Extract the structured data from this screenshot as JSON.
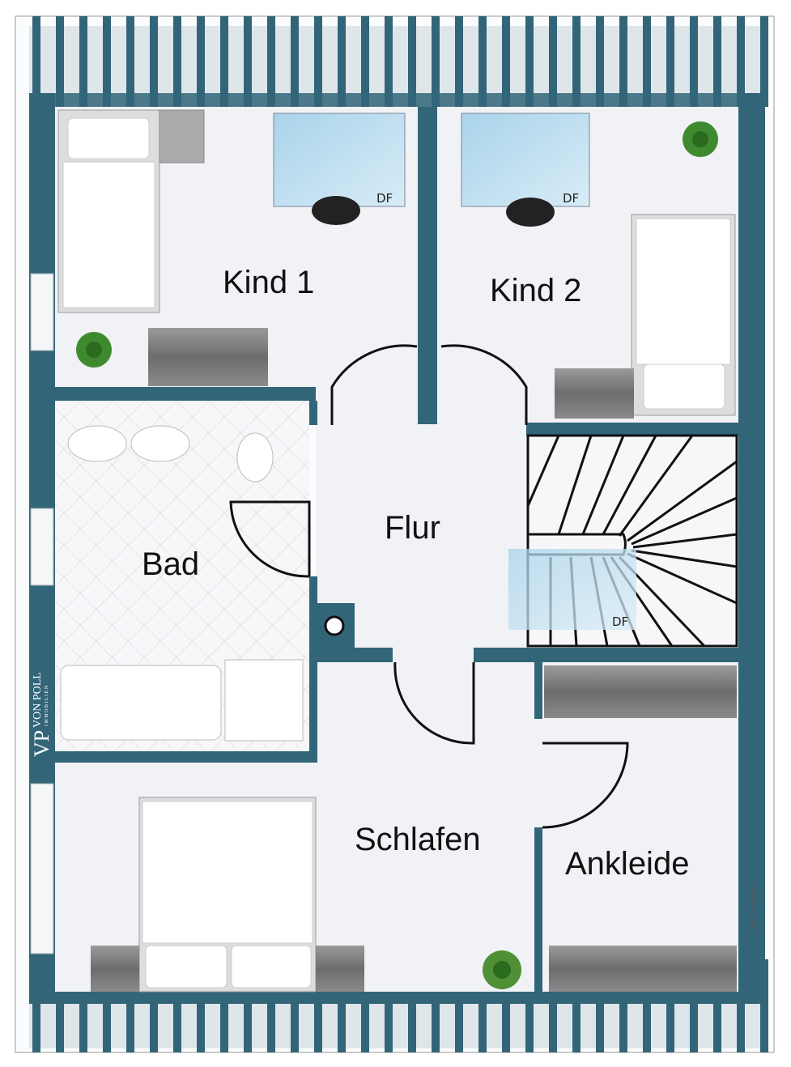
{
  "rooms": {
    "kind1": "Kind 1",
    "kind2": "Kind 2",
    "flur": "Flur",
    "bad": "Bad",
    "schlafen": "Schlafen",
    "ankleide": "Ankleide"
  },
  "skylights": [
    "DF",
    "DF",
    "DF"
  ],
  "logo": {
    "mark": "VP",
    "name": "VON POLL",
    "sub": "IMMOBILIEN"
  },
  "credit": "McGrundriss",
  "colors": {
    "wall": "#336579",
    "floor": "#f1f2f6",
    "tile": "#f6f6f8"
  }
}
